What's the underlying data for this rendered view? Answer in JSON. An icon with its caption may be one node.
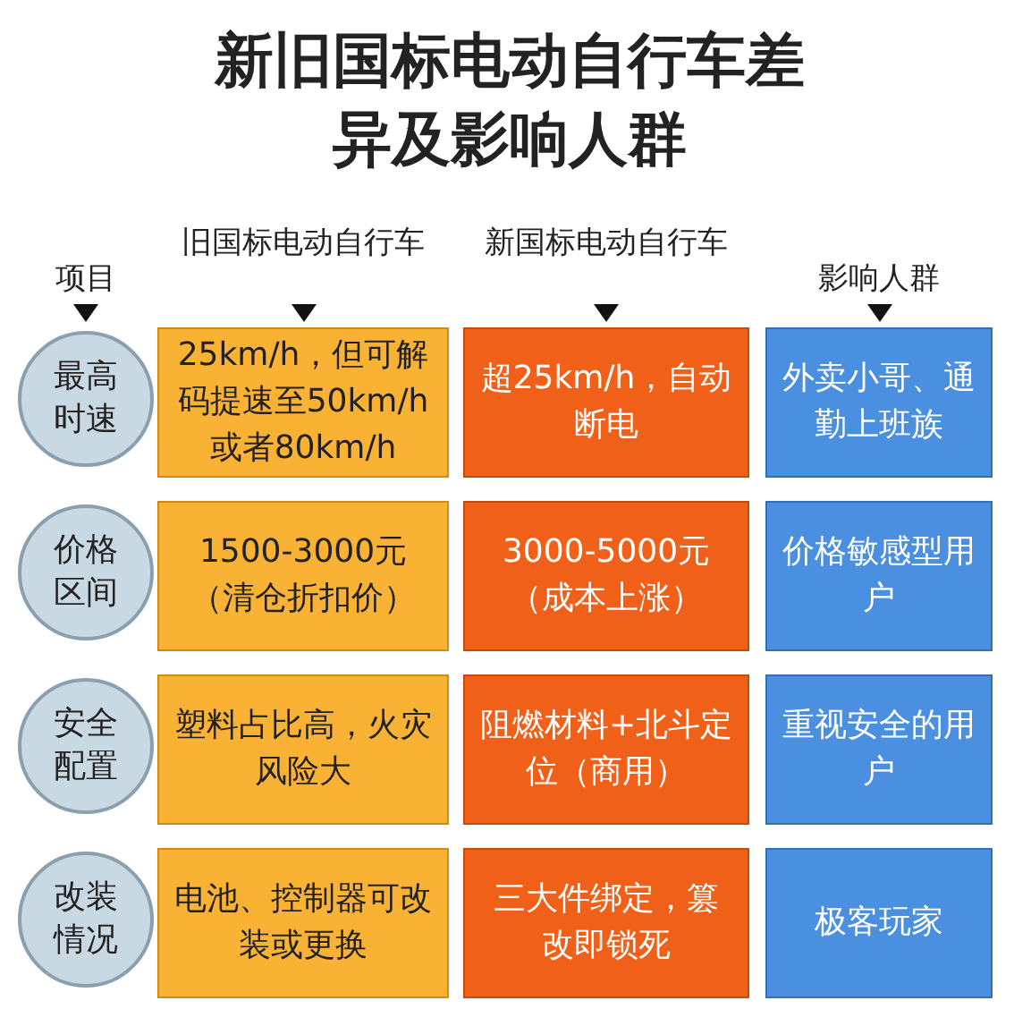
{
  "diagram": {
    "title": "新旧国标电动自行车差异及影响人群",
    "nodes": [
      {
        "text": [
          "最高时速"
        ]
      },
      {
        "text": [
          "25km/h，但可解码提速至50km/h或者80km/h"
        ]
      },
      {
        "text": [
          "超25km/h，自动断电"
        ]
      },
      {
        "text": [
          "外卖小哥、通勤上班族"
        ]
      },
      {
        "text": [
          "价格区间"
        ]
      },
      {
        "text": [
          "1500-3000元（清仓折扣价）"
        ]
      },
      {
        "text": [
          "3000-5000元（成本上涨）"
        ]
      },
      {
        "text": [
          "价格敏感型用户"
        ]
      },
      {
        "text": [
          "安全配置"
        ]
      },
      {
        "text": [
          "塑料占比高，火灾风险大"
        ]
      },
      {
        "text": [
          "阻燃材料+北斗定位（商用）"
        ]
      },
      {
        "text": [
          "重视安全的用户"
        ]
      },
      {
        "text": [
          "改装情况"
        ]
      },
      {
        "text": [
          "电池、控制器可改装或更换"
        ]
      },
      {
        "text": [
          "三大件绑定，篡改即锁死"
        ]
      },
      {
        "text": [
          "极客玩家"
        ]
      }
    ],
    "labels": [
      "项目",
      "旧国标电动自行车",
      "新国标电动自行车",
      "影响人群"
    ]
  }
}
